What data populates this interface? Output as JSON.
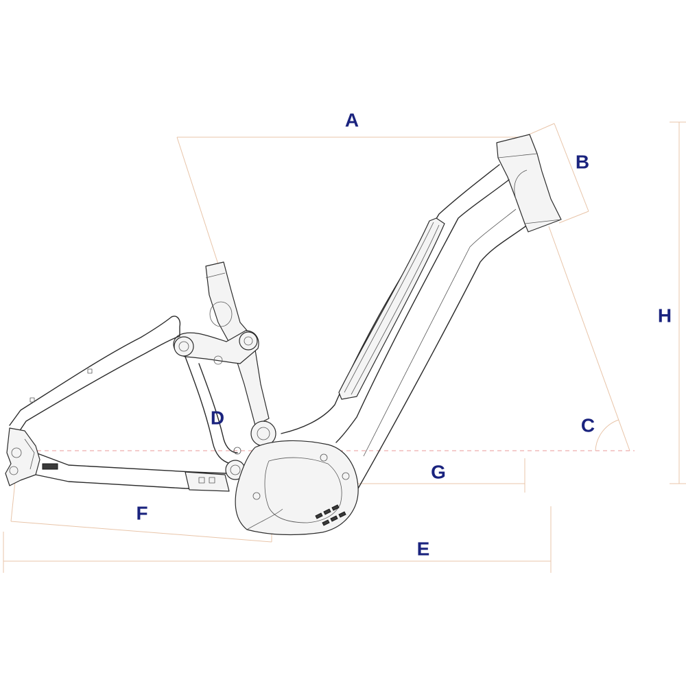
{
  "colors": {
    "label": "#1a237e",
    "frame": "#2a2a2a",
    "dimension_line": "#e8c4a8",
    "reference_line": "#e89a9a"
  },
  "dimensions": {
    "A": "A",
    "B": "B",
    "C": "C",
    "D": "D",
    "E": "E",
    "F": "F",
    "G": "G",
    "H": "H"
  }
}
